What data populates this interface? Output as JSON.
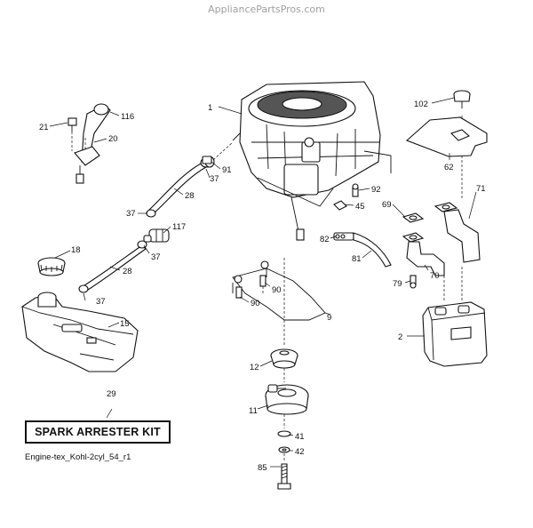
{
  "watermark": "AppliancePartsPros.com",
  "kit_label": "SPARK ARRESTER KIT",
  "caption": "Engine-tex_Kohl-2cyl_54_r1",
  "callouts": {
    "c1": "1",
    "c2": "2",
    "c9": "9",
    "c11": "11",
    "c12": "12",
    "c15": "15",
    "c18": "18",
    "c20": "20",
    "c21": "21",
    "c28a": "28",
    "c28b": "28",
    "c29": "29",
    "c37a": "37",
    "c37b": "37",
    "c37c": "37",
    "c37d": "37",
    "c41": "41",
    "c42": "42",
    "c45": "45",
    "c62": "62",
    "c69": "69",
    "c70": "70",
    "c71": "71",
    "c79": "79",
    "c81": "81",
    "c82": "82",
    "c85": "85",
    "c90a": "90",
    "c90b": "90",
    "c91": "91",
    "c92": "92",
    "c102": "102",
    "c116": "116",
    "c117": "117"
  }
}
